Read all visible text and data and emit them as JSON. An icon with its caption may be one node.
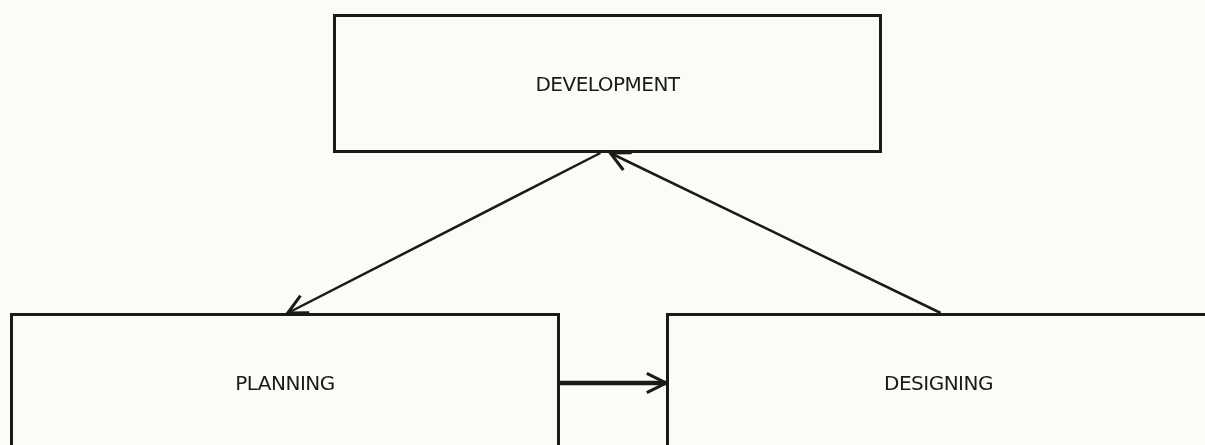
{
  "diagram": {
    "nodes": [
      {
        "text": [
          "DEVELOPMENT"
        ]
      },
      {
        "text": [
          "PLANNING"
        ]
      },
      {
        "text": [
          "DESIGNING"
        ]
      }
    ],
    "edges": [
      {
        "from": 0,
        "to": 1,
        "arrow": "to"
      },
      {
        "from": 2,
        "to": 0,
        "arrow": "to"
      },
      {
        "from": 1,
        "to": 2,
        "arrow": "to",
        "style": "thick"
      }
    ]
  }
}
